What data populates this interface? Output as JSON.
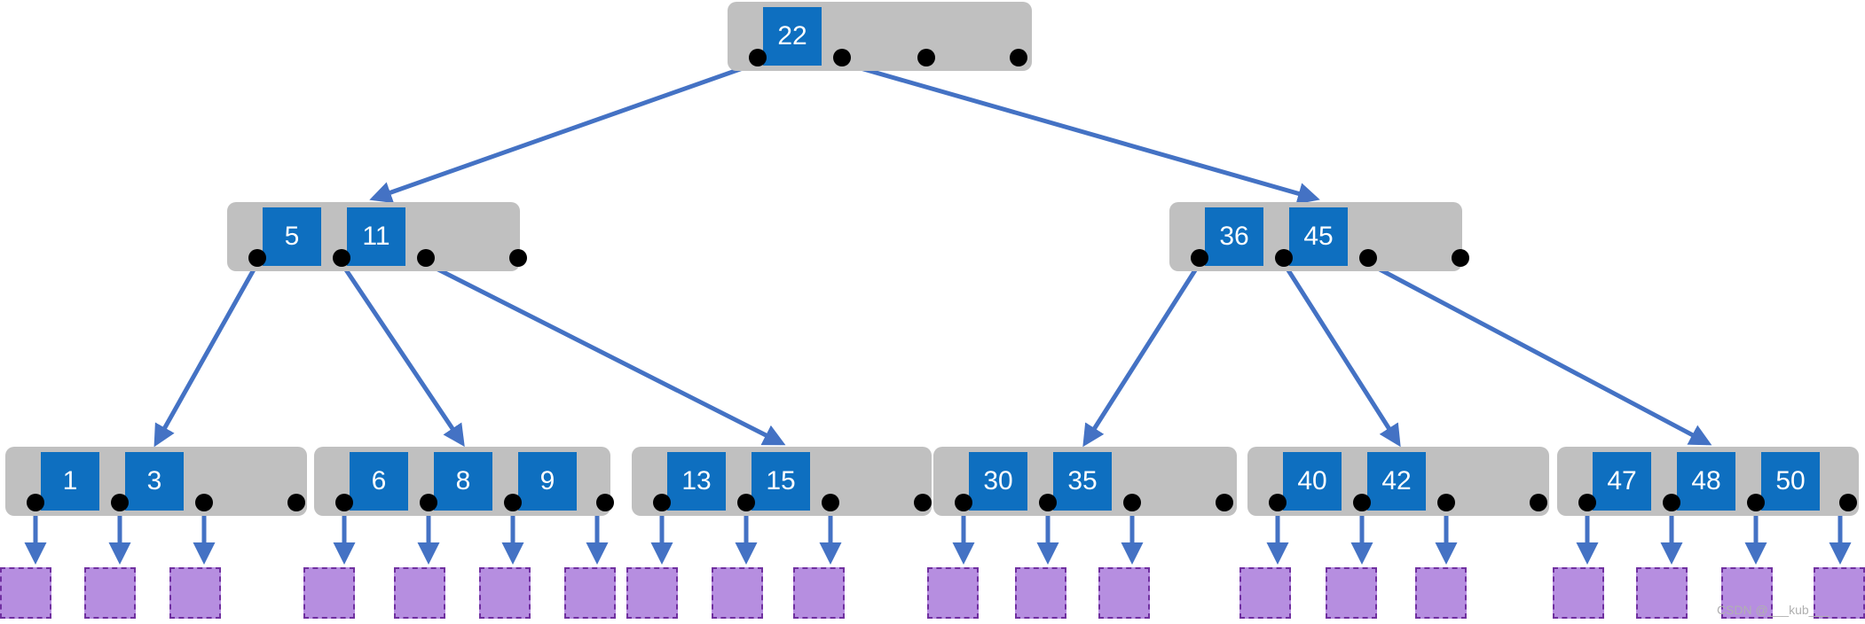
{
  "tree": {
    "colors": {
      "node_bg": "#c0c0c0",
      "key_bg": "#0e6fc0",
      "key_text": "#ffffff",
      "pointer": "#000000",
      "edge": "#4472c4",
      "leaf_fill": "#b68ee0",
      "leaf_border": "#7030a0"
    },
    "levels": [
      {
        "nodes": [
          {
            "keys": [
              "22"
            ]
          }
        ]
      },
      {
        "nodes": [
          {
            "keys": [
              "5",
              "11"
            ]
          },
          {
            "keys": [
              "36",
              "45"
            ]
          }
        ]
      },
      {
        "nodes": [
          {
            "keys": [
              "1",
              "3"
            ]
          },
          {
            "keys": [
              "6",
              "8",
              "9"
            ]
          },
          {
            "keys": [
              "13",
              "15"
            ]
          },
          {
            "keys": [
              "30",
              "35"
            ]
          },
          {
            "keys": [
              "40",
              "42"
            ]
          },
          {
            "keys": [
              "47",
              "48",
              "50"
            ]
          }
        ]
      }
    ]
  },
  "watermark": "CSDN @___kub___"
}
